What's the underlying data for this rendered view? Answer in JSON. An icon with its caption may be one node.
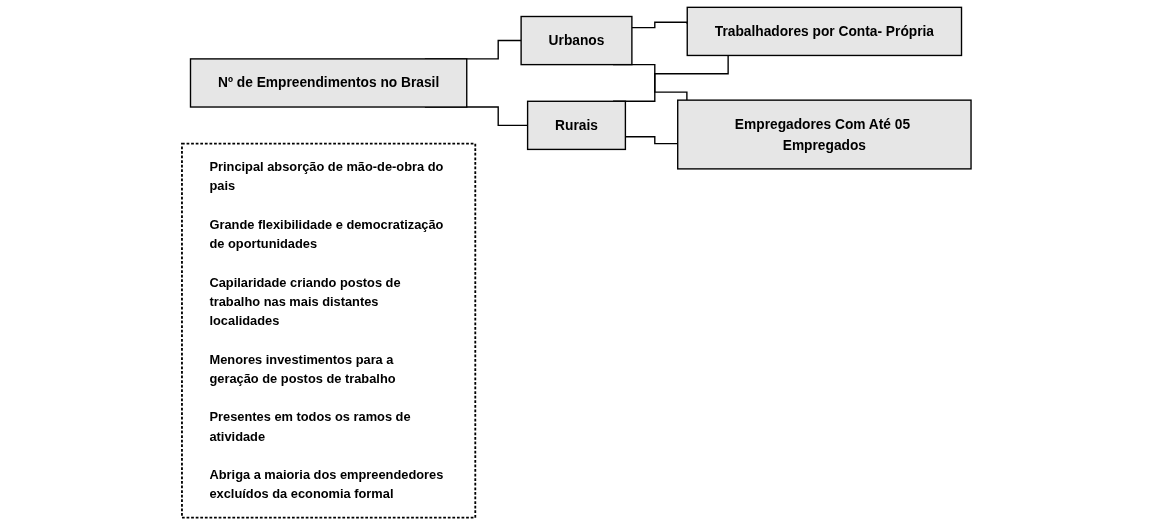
{
  "diagram": {
    "nodes": [
      {
        "text": [
          "Nº de Empreendimentos no Brasil"
        ]
      },
      {
        "text": [
          "Urbanos"
        ]
      },
      {
        "text": [
          "Rurais"
        ]
      },
      {
        "text": [
          "Trabalhadores por Conta- Própria"
        ]
      },
      {
        "text": [
          "Empregadores Com Até 05 Empregados"
        ]
      },
      {
        "text": [
          "Principal absorção de mão-de-obra do pais",
          "Grande flexibilidade e democratização de oportunidades",
          "Capilaridade criando postos de trabalho nas mais distantes localidades",
          "Menores investimentos para a geração de postos de trabalho",
          "Presentes em todos os ramos de atividade",
          "Abriga a maioria dos empreendedores excluídos da economia formal"
        ]
      }
    ],
    "edges": [
      {
        "from": 0,
        "to": 1,
        "arrow": "none"
      },
      {
        "from": 0,
        "to": 2,
        "arrow": "none"
      },
      {
        "from": 1,
        "to": 3,
        "arrow": "none"
      },
      {
        "from": 1,
        "to": 4,
        "arrow": "none"
      },
      {
        "from": 2,
        "to": 3,
        "arrow": "none"
      },
      {
        "from": 2,
        "to": 4,
        "arrow": "none"
      }
    ]
  }
}
